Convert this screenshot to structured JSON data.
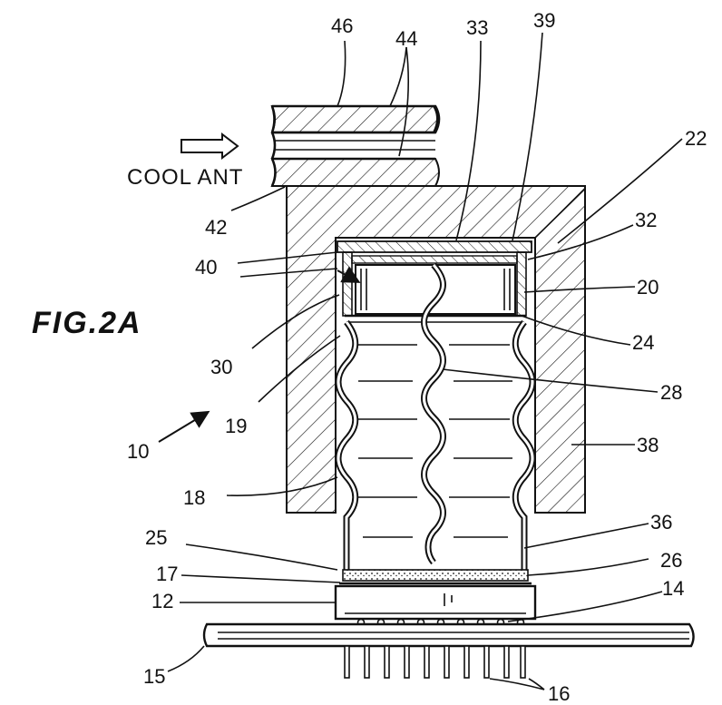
{
  "figure_label": "FIG.2A",
  "coolant_label": "COOL ANT",
  "labels": {
    "n10": "10",
    "n12": "12",
    "n14": "14",
    "n15": "15",
    "n16": "16",
    "n17": "17",
    "n18": "18",
    "n19": "19",
    "n20": "20",
    "n22": "22",
    "n24": "24",
    "n25": "25",
    "n26": "26",
    "n28": "28",
    "n30": "30",
    "n32": "32",
    "n33": "33",
    "n36": "36",
    "n38": "38",
    "n39": "39",
    "n40": "40",
    "n42": "42",
    "n44": "44",
    "n46": "46"
  }
}
